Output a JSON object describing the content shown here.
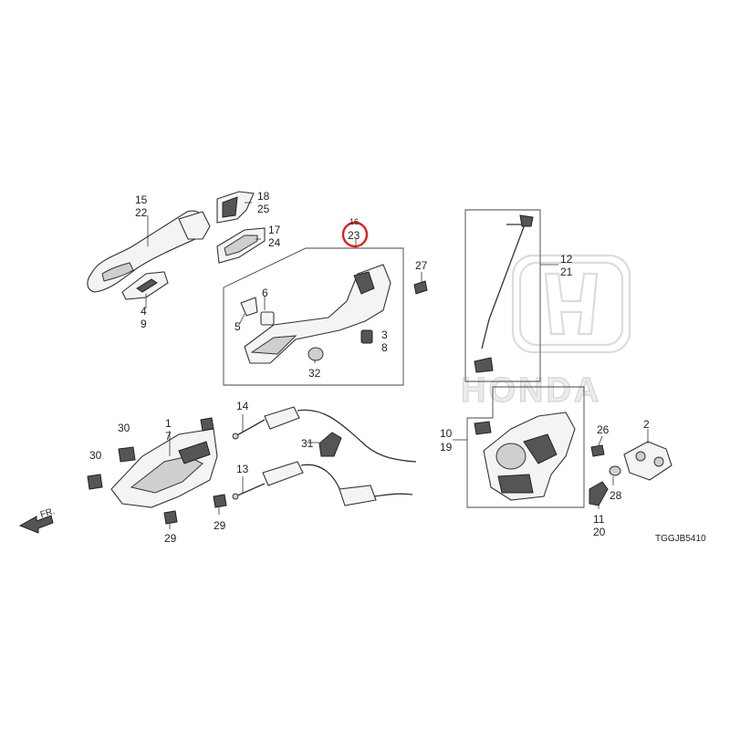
{
  "diagram": {
    "diagram_code": "TGGJB5410",
    "direction_label": "FR.",
    "brand_watermark": "HONDA",
    "highlighted_part": "23",
    "highlight_color": "#e0201c",
    "callouts": {
      "c15": "15",
      "c22": "22",
      "c18": "18",
      "c25": "25",
      "c17": "17",
      "c24": "24",
      "c4": "4",
      "c9": "9",
      "c16": "16",
      "c23": "23",
      "c27": "27",
      "c6": "6",
      "c5": "5",
      "c3": "3",
      "c8": "8",
      "c32": "32",
      "c12": "12",
      "c21": "21",
      "c14": "14",
      "c1": "1",
      "c7": "7",
      "c30a": "30",
      "c30b": "30",
      "c31": "31",
      "c13": "13",
      "c29a": "29",
      "c29b": "29",
      "c10": "10",
      "c19": "19",
      "c26": "26",
      "c2": "2",
      "c28": "28",
      "c11": "11",
      "c20": "20"
    }
  }
}
